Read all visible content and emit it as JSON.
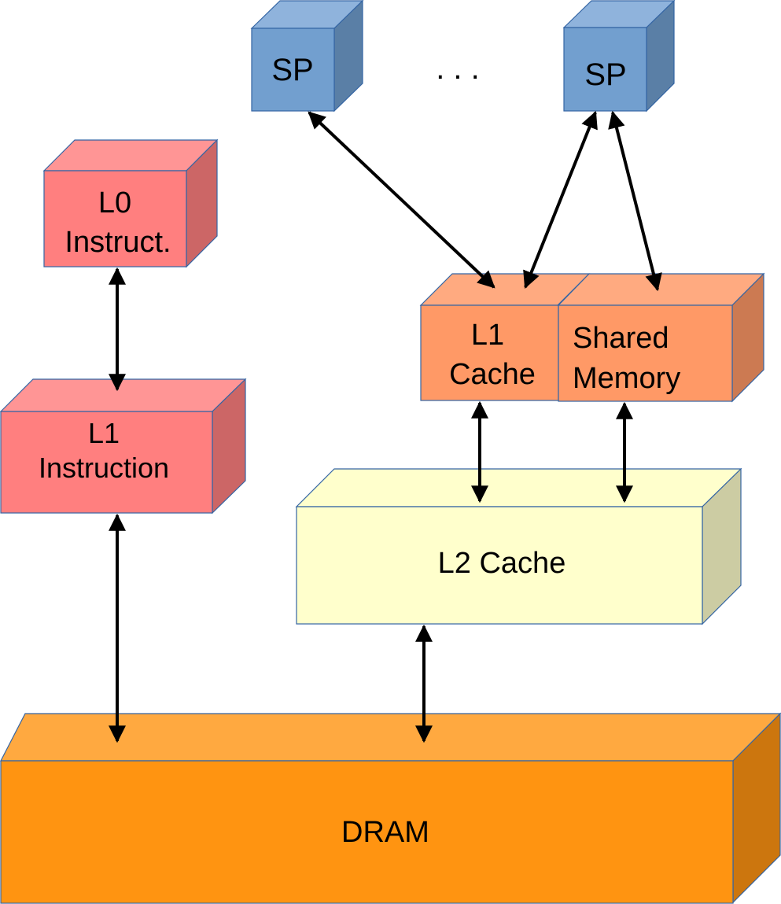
{
  "diagram": {
    "title": "GPU memory hierarchy",
    "boxes": {
      "sp1": {
        "label": "SP",
        "front": "#729fcf",
        "top": "#8fb3dc",
        "side": "#5a7fa6"
      },
      "sp2": {
        "label": "SP",
        "front": "#729fcf",
        "top": "#8fb3dc",
        "side": "#5a7fa6"
      },
      "l0_instruct": {
        "line1": "L0",
        "line2": "Instruct.",
        "front": "#ff7f7f",
        "top": "#ff9595",
        "side": "#cc6666"
      },
      "l1_instruction": {
        "line1": "L1",
        "line2": "Instruction",
        "front": "#ff7f7f",
        "top": "#ff9595",
        "side": "#cc6666"
      },
      "l1_cache": {
        "line1": "L1",
        "line2": "Cache",
        "front": "#ff9966",
        "top": "#ffaa80",
        "side": "#cc7a52"
      },
      "shared_memory": {
        "line1": "Shared",
        "line2": "Memory",
        "front": "#ff9966",
        "top": "#ffaa80",
        "side": "#cc7a52"
      },
      "l2_cache": {
        "label": "L2 Cache",
        "front": "#ffffcc",
        "top": "#ffffcc",
        "side": "#cccca3"
      },
      "dram": {
        "label": "DRAM",
        "front": "#ff9411",
        "top": "#ffa940",
        "side": "#cc760e"
      }
    },
    "ellipsis": ". . .",
    "connections": [
      {
        "from": "sp1",
        "to": "l1_cache",
        "bidirectional": true
      },
      {
        "from": "sp2",
        "to": "l1_cache",
        "bidirectional": true
      },
      {
        "from": "sp2",
        "to": "shared_memory",
        "bidirectional": true
      },
      {
        "from": "l0_instruct",
        "to": "l1_instruction",
        "bidirectional": true
      },
      {
        "from": "l1_instruction",
        "to": "dram",
        "bidirectional": true
      },
      {
        "from": "l1_cache",
        "to": "l2_cache",
        "bidirectional": true
      },
      {
        "from": "shared_memory",
        "to": "l2_cache",
        "bidirectional": true
      },
      {
        "from": "l2_cache",
        "to": "dram",
        "bidirectional": true
      }
    ]
  }
}
